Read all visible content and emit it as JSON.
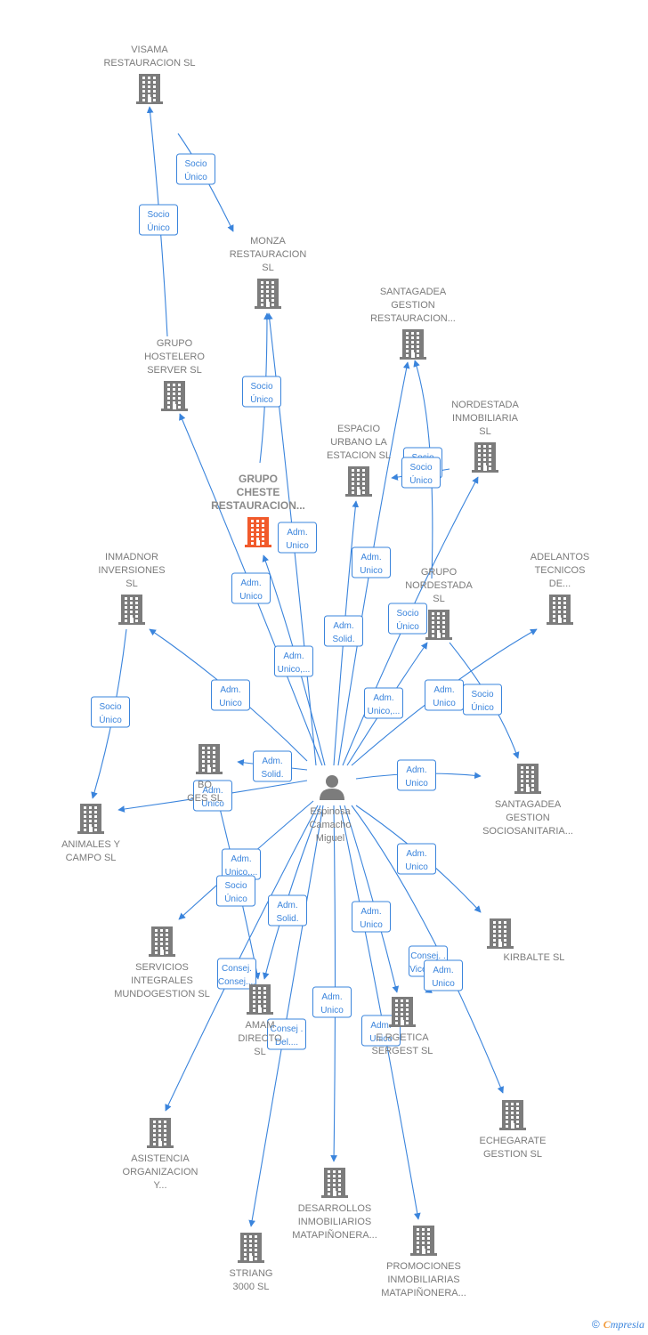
{
  "center": {
    "name": [
      "Espinosa",
      "Camacho",
      "Miguel"
    ]
  },
  "colors": {
    "edge": "#3a84dc",
    "company": "#7c7c7c",
    "focus_company": "#f15a2b",
    "person": "#7c7c7c"
  },
  "companies": [
    {
      "id": "visama",
      "label": [
        "VISAMA",
        "RESTAURACION SL"
      ]
    },
    {
      "id": "monza",
      "label": [
        "MONZA",
        "RESTAURACION",
        "SL"
      ]
    },
    {
      "id": "hostelero",
      "label": [
        "GRUPO",
        "HOSTELERO",
        "SERVER SL"
      ]
    },
    {
      "id": "cheste",
      "label": [
        "GRUPO",
        "CHESTE",
        "RESTAURACION..."
      ],
      "focus": true
    },
    {
      "id": "santagadea_g",
      "label": [
        "SANTAGADEA",
        "GESTION",
        "RESTAURACION..."
      ]
    },
    {
      "id": "espacio",
      "label": [
        "ESPACIO",
        "URBANO LA",
        "ESTACION SL"
      ]
    },
    {
      "id": "nordestada_inm",
      "label": [
        "NORDESTADA",
        "INMOBILIARIA",
        "SL"
      ]
    },
    {
      "id": "nordestada_grp",
      "label": [
        "GRUPO",
        "NORDESTADA",
        "SL"
      ]
    },
    {
      "id": "adelantos",
      "label": [
        "ADELANTOS",
        "TECNICOS",
        "DE..."
      ]
    },
    {
      "id": "inmadnor",
      "label": [
        "INMADNOR",
        "INVERSIONES",
        "SL"
      ]
    },
    {
      "id": "bo_ges",
      "label": [
        "BO",
        "GES        SL"
      ]
    },
    {
      "id": "animales",
      "label": [
        "ANIMALES Y",
        "CAMPO SL"
      ]
    },
    {
      "id": "santagadea_s",
      "label": [
        "SANTAGADEA",
        "GESTION",
        "SOCIOSANITARIA..."
      ]
    },
    {
      "id": "servicios",
      "label": [
        "SERVICIOS",
        "INTEGRALES",
        "MUNDOGESTION SL"
      ]
    },
    {
      "id": "kirbalte",
      "label": [
        "KIRBALTE SL"
      ]
    },
    {
      "id": "amam",
      "label": [
        "AMAM",
        "DIRECTO",
        "SL"
      ]
    },
    {
      "id": "energetica",
      "label": [
        "E      RGETICA",
        "SERGEST SL"
      ]
    },
    {
      "id": "echegarate",
      "label": [
        "ECHEGARATE",
        "GESTION SL"
      ]
    },
    {
      "id": "asistencia",
      "label": [
        "ASISTENCIA",
        "ORGANIZACION",
        "Y..."
      ]
    },
    {
      "id": "desarrollos",
      "label": [
        "DESARROLLOS",
        "INMOBILIARIOS",
        "MATAPIÑONERA..."
      ]
    },
    {
      "id": "striang",
      "label": [
        "STRIANG",
        "3000 SL"
      ]
    },
    {
      "id": "promociones",
      "label": [
        "PROMOCIONES",
        "INMOBILIARIAS",
        "MATAPIÑONERA..."
      ]
    }
  ],
  "relations": [
    {
      "from": "hostelero",
      "to": "visama",
      "label": [
        "Socio",
        "Único"
      ]
    },
    {
      "from": "visama",
      "to": "monza",
      "label": [
        "Socio",
        "Único"
      ]
    },
    {
      "from": "cheste",
      "to": "monza",
      "label": [
        "Socio",
        "Único"
      ]
    },
    {
      "from": "center",
      "to": "monza",
      "label": [
        "Adm.",
        "Unico"
      ]
    },
    {
      "from": "center",
      "to": "cheste",
      "label": [
        "Adm.",
        "Unico"
      ]
    },
    {
      "from": "center",
      "to": "hostelero",
      "label": [
        "Adm.",
        "Unico,..."
      ]
    },
    {
      "from": "center",
      "to": "espacio",
      "label": [
        "Adm.",
        "Solid."
      ]
    },
    {
      "from": "center",
      "to": "santagadea_g",
      "label": [
        "Adm.",
        "Unico"
      ]
    },
    {
      "from": "nordestada_grp",
      "to": "santagadea_g",
      "label": [
        "Socio",
        "Único"
      ]
    },
    {
      "from": "nordestada_grp",
      "to": "espacio",
      "label": [
        "Socio",
        "Único"
      ]
    },
    {
      "from": "center",
      "to": "nordestada_inm",
      "label": [
        "Socio",
        "Único"
      ]
    },
    {
      "from": "center",
      "to": "nordestada_grp",
      "label": [
        "Adm.",
        "Unico,..."
      ]
    },
    {
      "from": "center",
      "to": "adelantos",
      "label": [
        "Adm.",
        "Unico"
      ]
    },
    {
      "from": "nordestada_grp",
      "to": "santagadea_s",
      "label": [
        "Socio",
        "Único"
      ]
    },
    {
      "from": "center",
      "to": "inmadnor",
      "label": [
        "Adm.",
        "Unico"
      ]
    },
    {
      "from": "inmadnor",
      "to": "animales",
      "label": [
        "Socio",
        "Único"
      ]
    },
    {
      "from": "center",
      "to": "bo_ges",
      "label": [
        "Adm.",
        "Solid."
      ]
    },
    {
      "from": "center",
      "to": "animales",
      "label": [
        "Adm.",
        "Unico"
      ]
    },
    {
      "from": "center",
      "to": "santagadea_s",
      "label": [
        "Adm.",
        "Unico"
      ]
    },
    {
      "from": "center",
      "to": "servicios",
      "label": [
        "Adm.",
        "Unico,..."
      ]
    },
    {
      "from": "bo_ges",
      "to": "amam",
      "label": [
        "Socio",
        "Único"
      ]
    },
    {
      "from": "center",
      "to": "amam",
      "label": [
        "Adm.",
        "Solid."
      ]
    },
    {
      "from": "center",
      "to": "kirbalte",
      "label": [
        "Adm.",
        "Unico"
      ]
    },
    {
      "from": "center",
      "to": "energetica",
      "label": [
        "Adm.",
        "Unico"
      ]
    },
    {
      "from": "center",
      "to": "echegarate",
      "label": [
        "Consej. .",
        "Vicepres."
      ]
    },
    {
      "from": "center",
      "to": "echegarate",
      "label": [
        "Adm.",
        "Unico"
      ],
      "offset": true
    },
    {
      "from": "center",
      "to": "asistencia",
      "label": [
        "Consej.",
        "Consej...."
      ]
    },
    {
      "from": "center",
      "to": "desarrollos",
      "label": [
        "Adm.",
        "Unico"
      ]
    },
    {
      "from": "center",
      "to": "striang",
      "label": [
        "Consej .",
        "Del...."
      ]
    },
    {
      "from": "center",
      "to": "promociones",
      "label": [
        "Adm.",
        "Unico"
      ]
    }
  ],
  "brand": {
    "copyright": "©",
    "name_initial": "C",
    "name_rest": "mpresia"
  }
}
